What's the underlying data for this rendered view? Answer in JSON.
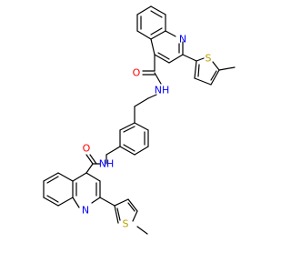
{
  "colors": {
    "bond": "#000000",
    "carbon": "#000000",
    "nitrogen": "#0000ff",
    "oxygen": "#ff0000",
    "sulfur": "#b8a000"
  },
  "molecule": {
    "atoms": [
      {
        "id": "N1",
        "element": "N",
        "label": "N"
      },
      {
        "id": "O1",
        "element": "O",
        "label": "O"
      },
      {
        "id": "NH1",
        "element": "N",
        "label": "NH"
      },
      {
        "id": "S1",
        "element": "S",
        "label": "S"
      },
      {
        "id": "O2",
        "element": "O",
        "label": "O"
      },
      {
        "id": "NH2",
        "element": "N",
        "label": "NH"
      },
      {
        "id": "N2",
        "element": "N",
        "label": "N"
      },
      {
        "id": "S2",
        "element": "S",
        "label": "S"
      }
    ]
  }
}
